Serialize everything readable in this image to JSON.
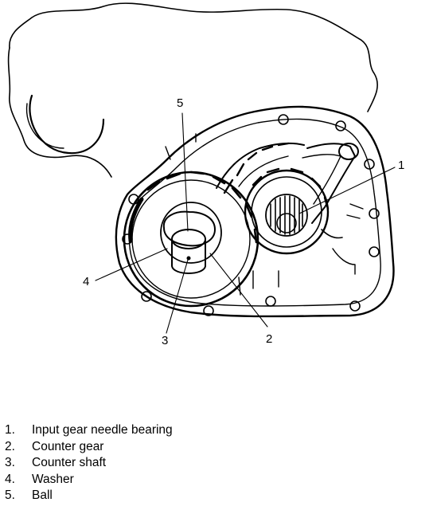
{
  "callouts": {
    "c1": "1",
    "c2": "2",
    "c3": "3",
    "c4": "4",
    "c5": "5"
  },
  "legend": [
    {
      "num": "1.",
      "label": "Input gear needle bearing"
    },
    {
      "num": "2.",
      "label": "Counter gear"
    },
    {
      "num": "3.",
      "label": "Counter shaft"
    },
    {
      "num": "4.",
      "label": "Washer"
    },
    {
      "num": "5.",
      "label": "Ball"
    }
  ]
}
